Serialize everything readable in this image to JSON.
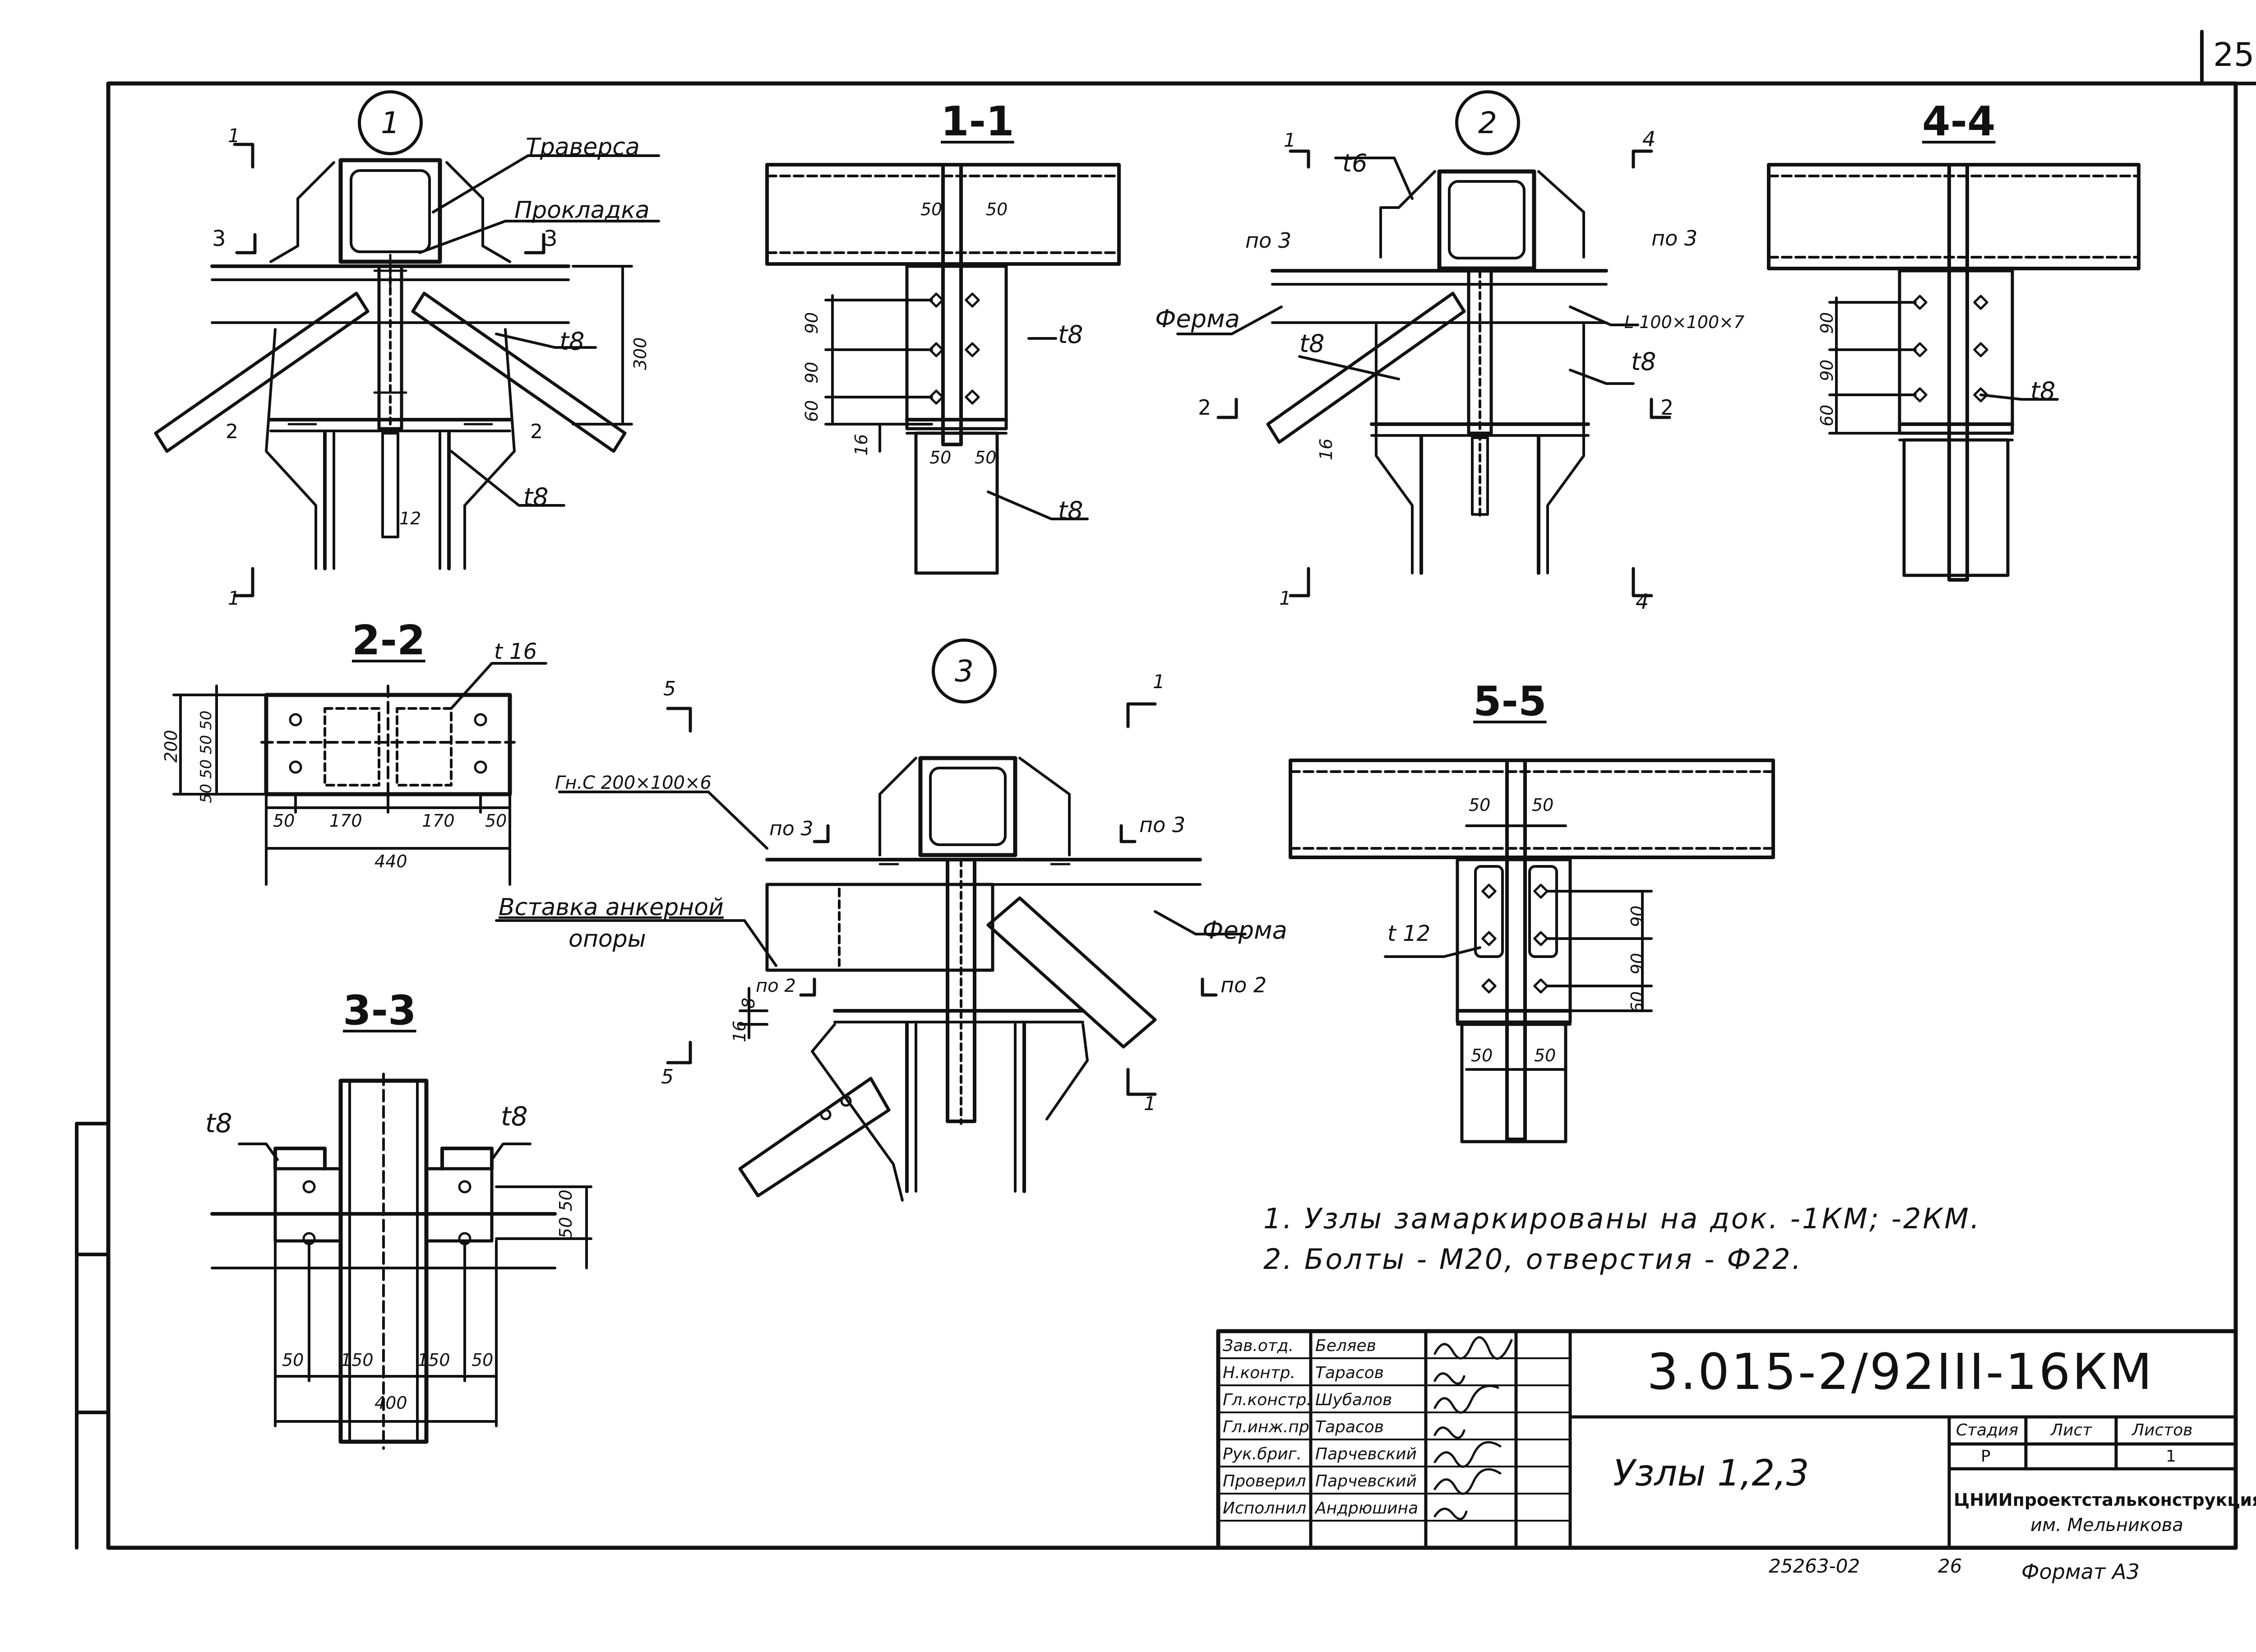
{
  "sheet": {
    "page_number": "25",
    "doc_code": "3.015-2/92ІІІ-16КМ",
    "title": "Узлы 1,2,3",
    "stage_header": "Стадия",
    "sheet_header": "Лист",
    "sheets_header": "Листов",
    "stage": "Р",
    "sheet": "1",
    "org_line1": "ЦНИИпроектстальконструкция",
    "org_line2": "им. Мельникова",
    "footer_number": "25263-02",
    "footer_page": "26",
    "format": "Формат А3",
    "signatures": [
      {
        "role": "Зав.отд.",
        "name": "Беляев"
      },
      {
        "role": "Н.контр.",
        "name": "Тарасов"
      },
      {
        "role": "Гл.констр.",
        "name": "Шубалов"
      },
      {
        "role": "Гл.инж.пр.",
        "name": "Тарасов"
      },
      {
        "role": "Рук.бриг.",
        "name": "Парчевский"
      },
      {
        "role": "Проверил",
        "name": "Парчевский"
      },
      {
        "role": "Исполнил",
        "name": "Андрюшина"
      }
    ]
  },
  "notes": [
    "1. Узлы замаркированы на док. -1КМ; -2КМ.",
    "2. Болты - М20, отверстия - Ф22."
  ],
  "node1": {
    "number": "1",
    "traversa": "Траверса",
    "prokladka": "Прокладка",
    "t8a": "t8",
    "t8b": "t8",
    "dim300": "300",
    "dim12": "12",
    "cut1": "1",
    "cut3": "3",
    "cut2": "2"
  },
  "section11": {
    "title": "1-1",
    "d50a": "50",
    "d50b": "50",
    "d90a": "90",
    "d90b": "90",
    "d60": "60",
    "d16": "16",
    "d50c": "50",
    "d50d": "50",
    "t8a": "t8",
    "t8b": "t8"
  },
  "node2": {
    "number": "2",
    "t6": "t6",
    "po3a": "по 3",
    "po3b": "по 3",
    "ferma": "Ферма",
    "angle": "L 100×100×7",
    "t8a": "t8",
    "t8b": "t8",
    "d16": "16",
    "cut4": "4",
    "cut1": "1",
    "cut2": "2"
  },
  "section44": {
    "title": "4-4",
    "d90a": "90",
    "d90b": "90",
    "d60": "60",
    "t8": "t8"
  },
  "section22": {
    "title": "2-2",
    "t16": "t 16",
    "d200": "200",
    "d50s": "50 50 50 50",
    "d50a": "50",
    "d170a": "170",
    "d170b": "170",
    "d50b": "50",
    "d440": "440"
  },
  "section33": {
    "title": "3-3",
    "t8a": "t8",
    "t8b": "t8",
    "d5050": "50 50",
    "d50a": "50",
    "d150a": "150",
    "d150b": "150",
    "d50b": "50",
    "d400": "400"
  },
  "node3": {
    "number": "3",
    "channel": "Гн.С 200×100×6",
    "vstavka1": "Вставка анкерной",
    "vstavka2": "опоры",
    "ferma": "Ферма",
    "po3a": "по 3",
    "po3b": "по 3",
    "po2a": "по 2",
    "po2b": "по 2",
    "d8": "8",
    "d16": "16",
    "cut5": "5",
    "cut1": "1"
  },
  "section55": {
    "title": "5-5",
    "d50a": "50",
    "d50b": "50",
    "t12": "t 12",
    "d90a": "90",
    "d90b": "90",
    "d60": "60",
    "d50c": "50",
    "d50d": "50"
  }
}
